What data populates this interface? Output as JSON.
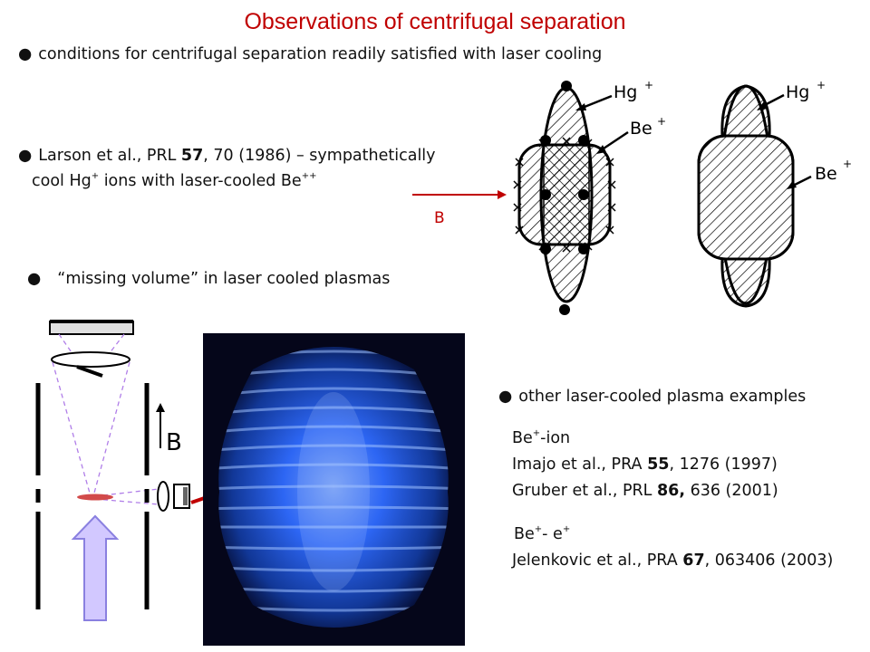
{
  "title": "Observations of centrifugal separation",
  "bullet_symbol": "●",
  "bullet1": "conditions for centrifugal separation readily satisfied with laser cooling",
  "bullet2": {
    "line1_pre": "Larson et al., PRL ",
    "line1_bold": "57",
    "line1_post": ", 70 (1986) – sympathetically",
    "line2_pre": "cool Hg",
    "line2_sup1": "+",
    "line2_mid": " ions with laser-cooled Be",
    "line2_sup2": "++"
  },
  "field_label": "B",
  "diagram_labels": {
    "hg": "Hg",
    "be": "Be",
    "plus": "+"
  },
  "bullet3": "“missing volume” in laser cooled plasmas",
  "apparatus_field_label": "B",
  "bullet4": "other laser-cooled plasma examples",
  "examples": {
    "be_ion_pre": "Be",
    "be_ion_sup": "+",
    "be_ion_post": "-ion",
    "imajo_pre": "Imajo et al., PRA ",
    "imajo_bold": "55",
    "imajo_post": ", 1276 (1997)",
    "gruber_pre": "Gruber et al., PRL ",
    "gruber_bold": "86,",
    "gruber_post": " 636 (2001)",
    "bee_pre": "Be",
    "bee_sup1": "+",
    "bee_mid": "- e",
    "bee_sup2": "+",
    "jelenkovic_pre": "Jelenkovic et al., PRA ",
    "jelenkovic_bold": "67",
    "jelenkovic_post": ", 063406 (2003)"
  },
  "colors": {
    "title": "#c00000",
    "arrow": "#c00000",
    "plasma_background": "#05061a",
    "plasma_glow": "#2f6bff",
    "beam_dashes": "#b07ee8",
    "laser_arrow_fill": "#d2c8ff",
    "laser_arrow_stroke": "#8a80e0"
  }
}
